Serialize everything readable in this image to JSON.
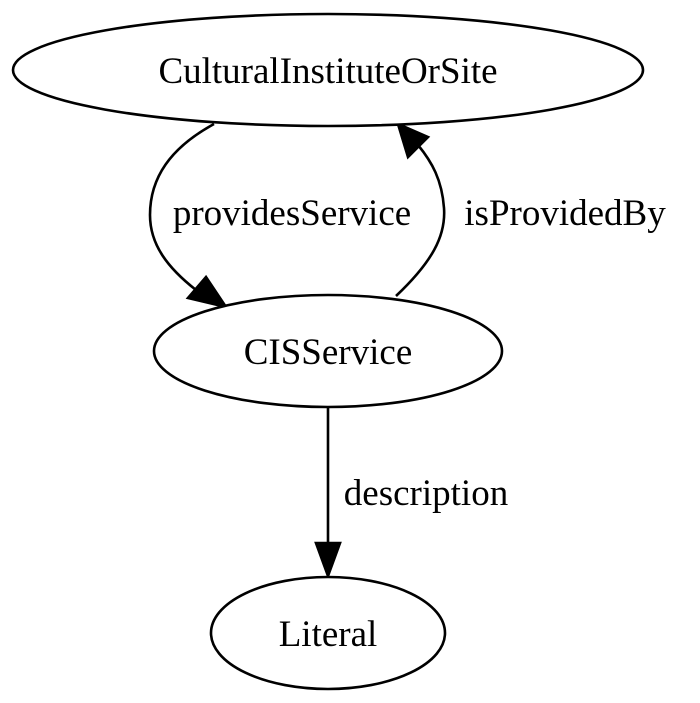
{
  "nodes": {
    "cultural_institute_or_site": "CulturalInstituteOrSite",
    "cis_service": "CISService",
    "literal": "Literal"
  },
  "edges": {
    "provides_service": "providesService",
    "is_provided_by": "isProvidedBy",
    "description": "description"
  }
}
